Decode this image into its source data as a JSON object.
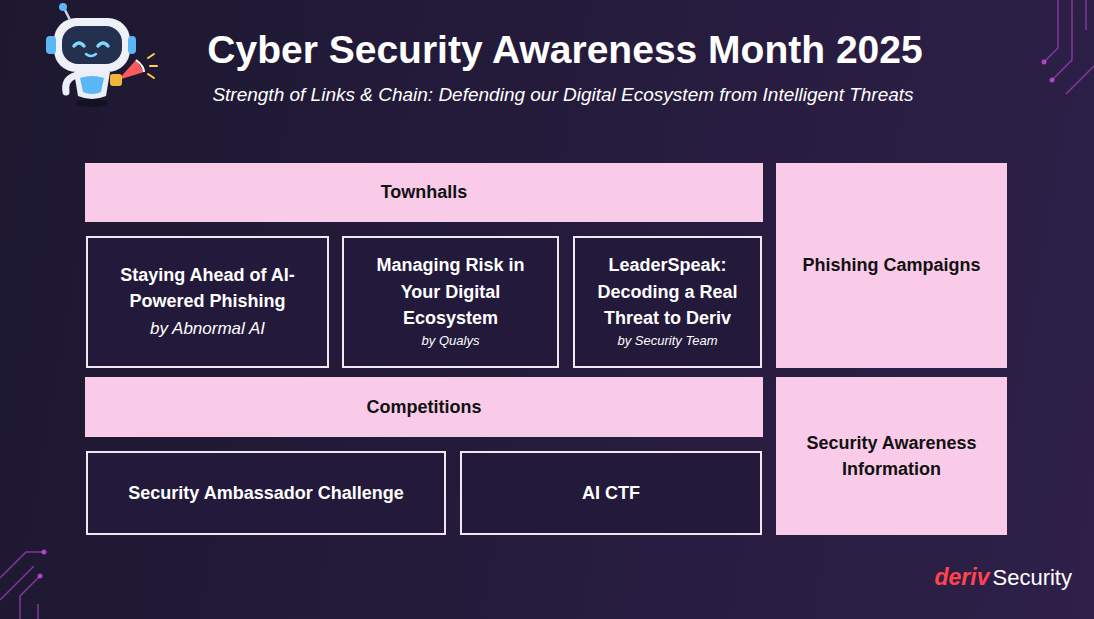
{
  "diagram": {
    "title": "Cyber Security Awareness Month 2025",
    "nodes": [
      {
        "text": [
          "Townhalls"
        ]
      },
      {
        "text": [
          "Staying Ahead of AI-Powered Phishing",
          "by Abnormal AI"
        ]
      },
      {
        "text": [
          "Managing Risk in Your Digital Ecosystem",
          "by Qualys"
        ]
      },
      {
        "text": [
          "LeaderSpeak: Decoding a Real Threat to Deriv",
          "by Security Team"
        ]
      },
      {
        "text": [
          "Phishing Campaigns"
        ]
      },
      {
        "text": [
          "Competitions"
        ]
      },
      {
        "text": [
          "Security Ambassador Challenge"
        ]
      },
      {
        "text": [
          "AI CTF"
        ]
      },
      {
        "text": [
          "Security Awareness Information"
        ]
      }
    ],
    "labels": [
      "Strength of Links & Chain: Defending our Digital Ecosystem from Intelligent Threats",
      "deriv",
      "Security"
    ]
  }
}
